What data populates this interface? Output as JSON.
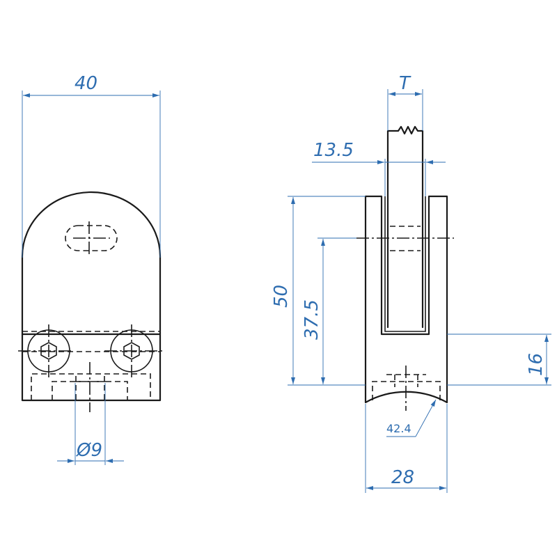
{
  "dimensions": {
    "width_front": "40",
    "thread_diameter": "Ø9",
    "glass_thickness": "T",
    "slot_width": "13.5",
    "total_height": "50",
    "slot_depth": "37.5",
    "base_height": "16",
    "pipe_radius": "42.4",
    "width_side": "28"
  },
  "colors": {
    "outline": "#1a1a1a",
    "dimension": "#2e6db0"
  }
}
